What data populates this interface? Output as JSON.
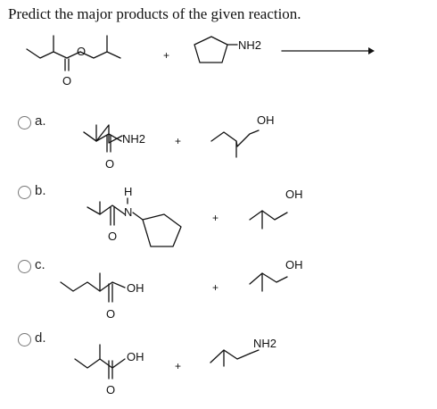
{
  "question": "Predict the major products of the given reaction.",
  "reaction": {
    "reactant2_label": "NH2",
    "plus": "+"
  },
  "options": [
    {
      "letter": "a.",
      "product1_label": "NH2",
      "plus": "+",
      "product2_label": "OH"
    },
    {
      "letter": "b.",
      "product1_h": "H",
      "product1_n": "N",
      "plus": "+",
      "product2_label": "OH"
    },
    {
      "letter": "c.",
      "product1_label": "OH",
      "plus": "+",
      "product2_label": "OH"
    },
    {
      "letter": "d.",
      "product1_label": "OH",
      "plus": "+",
      "product2_label": "NH2"
    }
  ]
}
